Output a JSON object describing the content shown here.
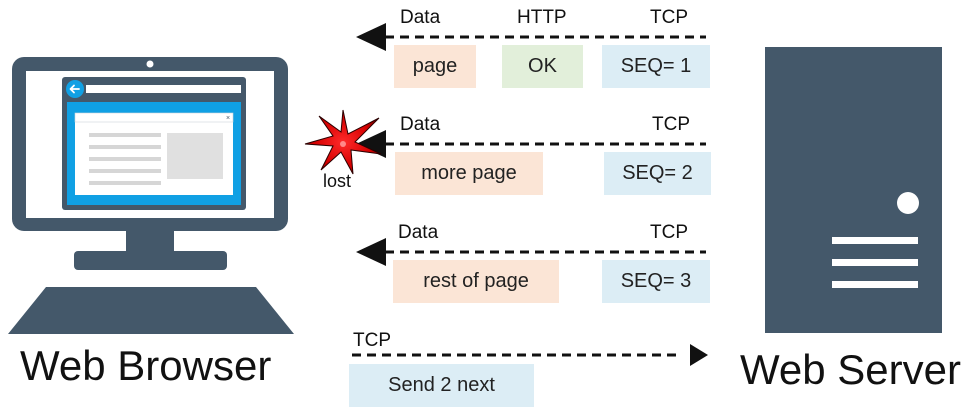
{
  "colors": {
    "device_dark": "#44586a",
    "screen_blue": "#10a0e4",
    "screen_white": "#ffffff",
    "window_gray": "#e0e0e0",
    "data_box": "#fbe5d6",
    "http_box": "#e2efda",
    "tcp_box": "#dcedf5",
    "lost_star": "#e81010"
  },
  "browser": {
    "label": "Web Browser"
  },
  "server": {
    "label": "Web Server"
  },
  "packets": [
    {
      "headers": {
        "data": "Data",
        "http": "HTTP",
        "tcp": "TCP"
      },
      "boxes": {
        "data": "page",
        "http": "OK",
        "tcp": "SEQ= 1"
      },
      "direction": "to-browser",
      "lost": false
    },
    {
      "headers": {
        "data": "Data",
        "tcp": "TCP"
      },
      "boxes": {
        "data": "more page",
        "tcp": "SEQ= 2"
      },
      "direction": "to-browser",
      "lost": true,
      "lost_label": "lost"
    },
    {
      "headers": {
        "data": "Data",
        "tcp": "TCP"
      },
      "boxes": {
        "data": "rest of page",
        "tcp": "SEQ= 3"
      },
      "direction": "to-browser",
      "lost": false
    },
    {
      "headers": {
        "tcp": "TCP"
      },
      "boxes": {
        "tcp": "Send 2 next"
      },
      "direction": "to-server",
      "lost": false
    }
  ],
  "icons": {
    "monitor": "monitor-icon",
    "server": "server-tower-icon",
    "lost": "explosion-star-icon",
    "back": "back-arrow-icon"
  }
}
